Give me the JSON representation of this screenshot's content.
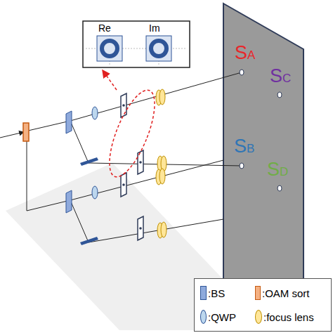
{
  "diagram": {
    "labels": [
      "Re",
      "Im",
      "SA",
      "SC",
      "SB",
      "SD"
    ],
    "legend": [
      {
        "text": ":BS",
        "color": "#8faadc"
      },
      {
        "text": ":OAM sort",
        "color": "#f4b183"
      },
      {
        "text": ":QWP",
        "color": "#bdd7ee"
      },
      {
        "text": ":focus lens",
        "color": "#ffe699"
      }
    ]
  }
}
